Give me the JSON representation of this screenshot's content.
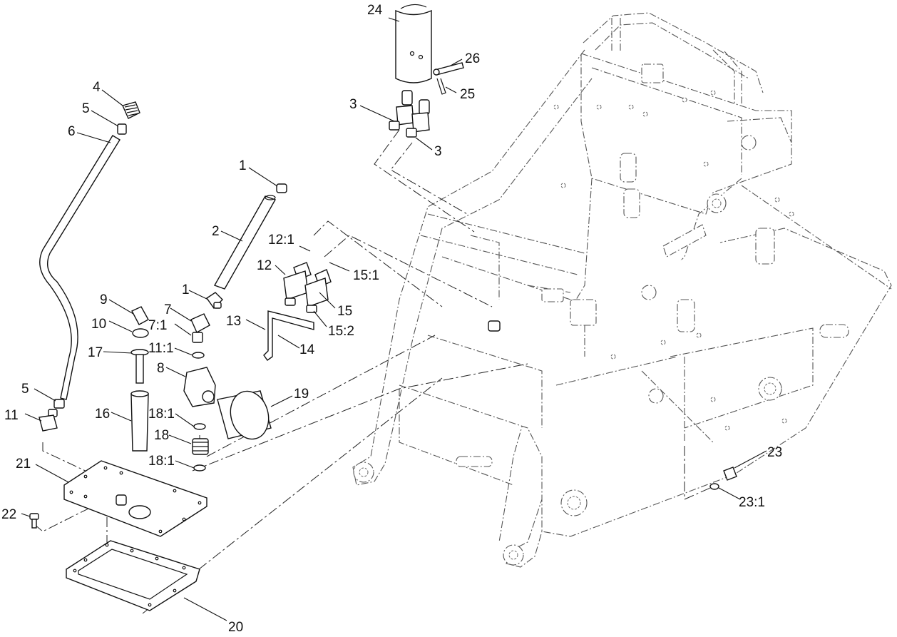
{
  "callouts": [
    {
      "text": "24"
    },
    {
      "text": "26"
    },
    {
      "text": "25"
    },
    {
      "text": "3"
    },
    {
      "text": "3"
    },
    {
      "text": "4"
    },
    {
      "text": "5"
    },
    {
      "text": "6"
    },
    {
      "text": "1"
    },
    {
      "text": "2"
    },
    {
      "text": "12:1"
    },
    {
      "text": "12"
    },
    {
      "text": "15:1"
    },
    {
      "text": "1"
    },
    {
      "text": "15"
    },
    {
      "text": "13"
    },
    {
      "text": "15:2"
    },
    {
      "text": "14"
    },
    {
      "text": "9"
    },
    {
      "text": "7"
    },
    {
      "text": "7:1"
    },
    {
      "text": "10"
    },
    {
      "text": "11:1"
    },
    {
      "text": "17"
    },
    {
      "text": "8"
    },
    {
      "text": "19"
    },
    {
      "text": "5"
    },
    {
      "text": "18:1"
    },
    {
      "text": "16"
    },
    {
      "text": "11"
    },
    {
      "text": "18"
    },
    {
      "text": "18:1"
    },
    {
      "text": "21"
    },
    {
      "text": "23"
    },
    {
      "text": "22"
    },
    {
      "text": "23:1"
    },
    {
      "text": "20"
    }
  ]
}
